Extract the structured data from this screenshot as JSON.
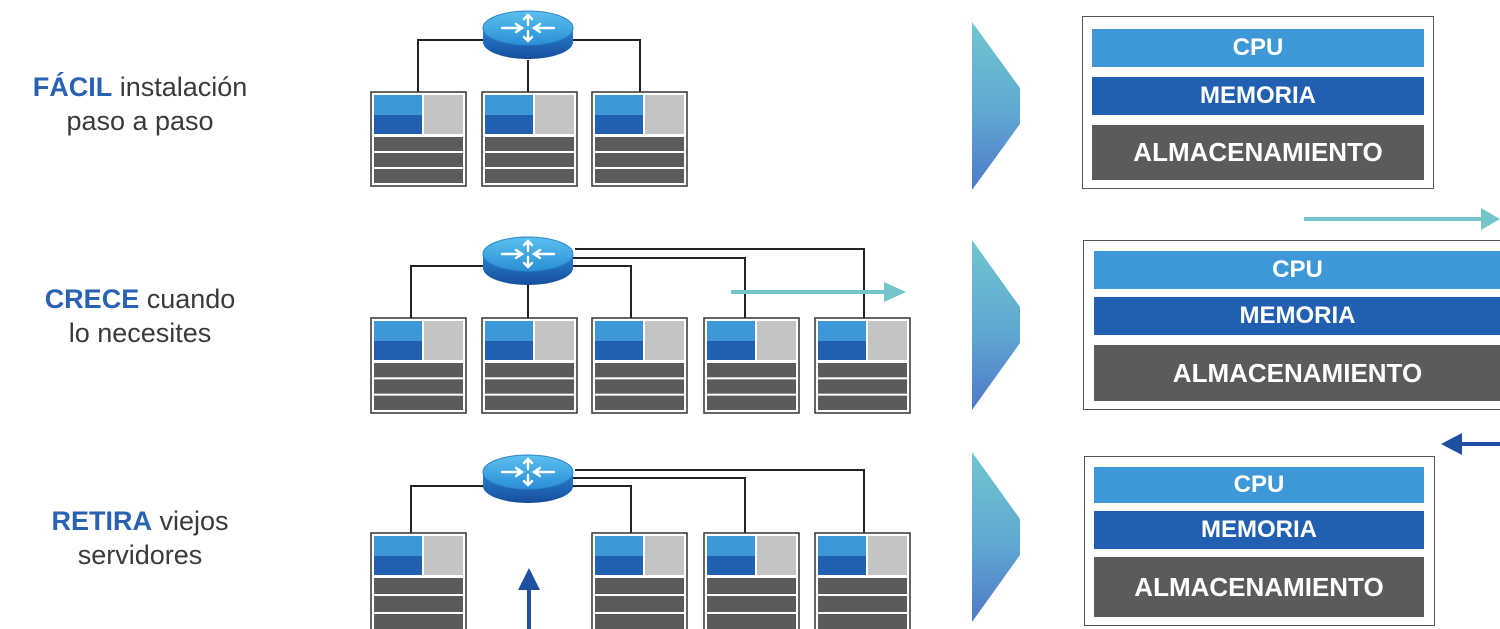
{
  "colors": {
    "accent_blue": "#2a62b3",
    "cpu_blue": "#3e97d6",
    "memory_blue": "#2160b0",
    "storage_gray": "#5b5b5b",
    "teal_arrow": "#74c5c9",
    "navy_arrow": "#1e4fa0"
  },
  "rows": [
    {
      "keyword": "FÁCIL",
      "text_line1": " instalación",
      "text_line2": "paso a paso",
      "resources": {
        "cpu": "CPU",
        "memory": "MEMORIA",
        "storage": "ALMACENAMIENTO"
      }
    },
    {
      "keyword": "CRECE",
      "text_line1": " cuando",
      "text_line2": "lo necesites",
      "resources": {
        "cpu": "CPU",
        "memory": "MEMORIA",
        "storage": "ALMACENAMIENTO"
      }
    },
    {
      "keyword": "RETIRA",
      "text_line1": " viejos",
      "text_line2": "servidores",
      "resources": {
        "cpu": "CPU",
        "memory": "MEMORIA",
        "storage": "ALMACENAMIENTO"
      }
    }
  ],
  "icons": [
    "router-icon",
    "server-icon",
    "chevron-right-icon",
    "arrow-right-icon",
    "arrow-left-icon",
    "arrow-up-icon"
  ]
}
